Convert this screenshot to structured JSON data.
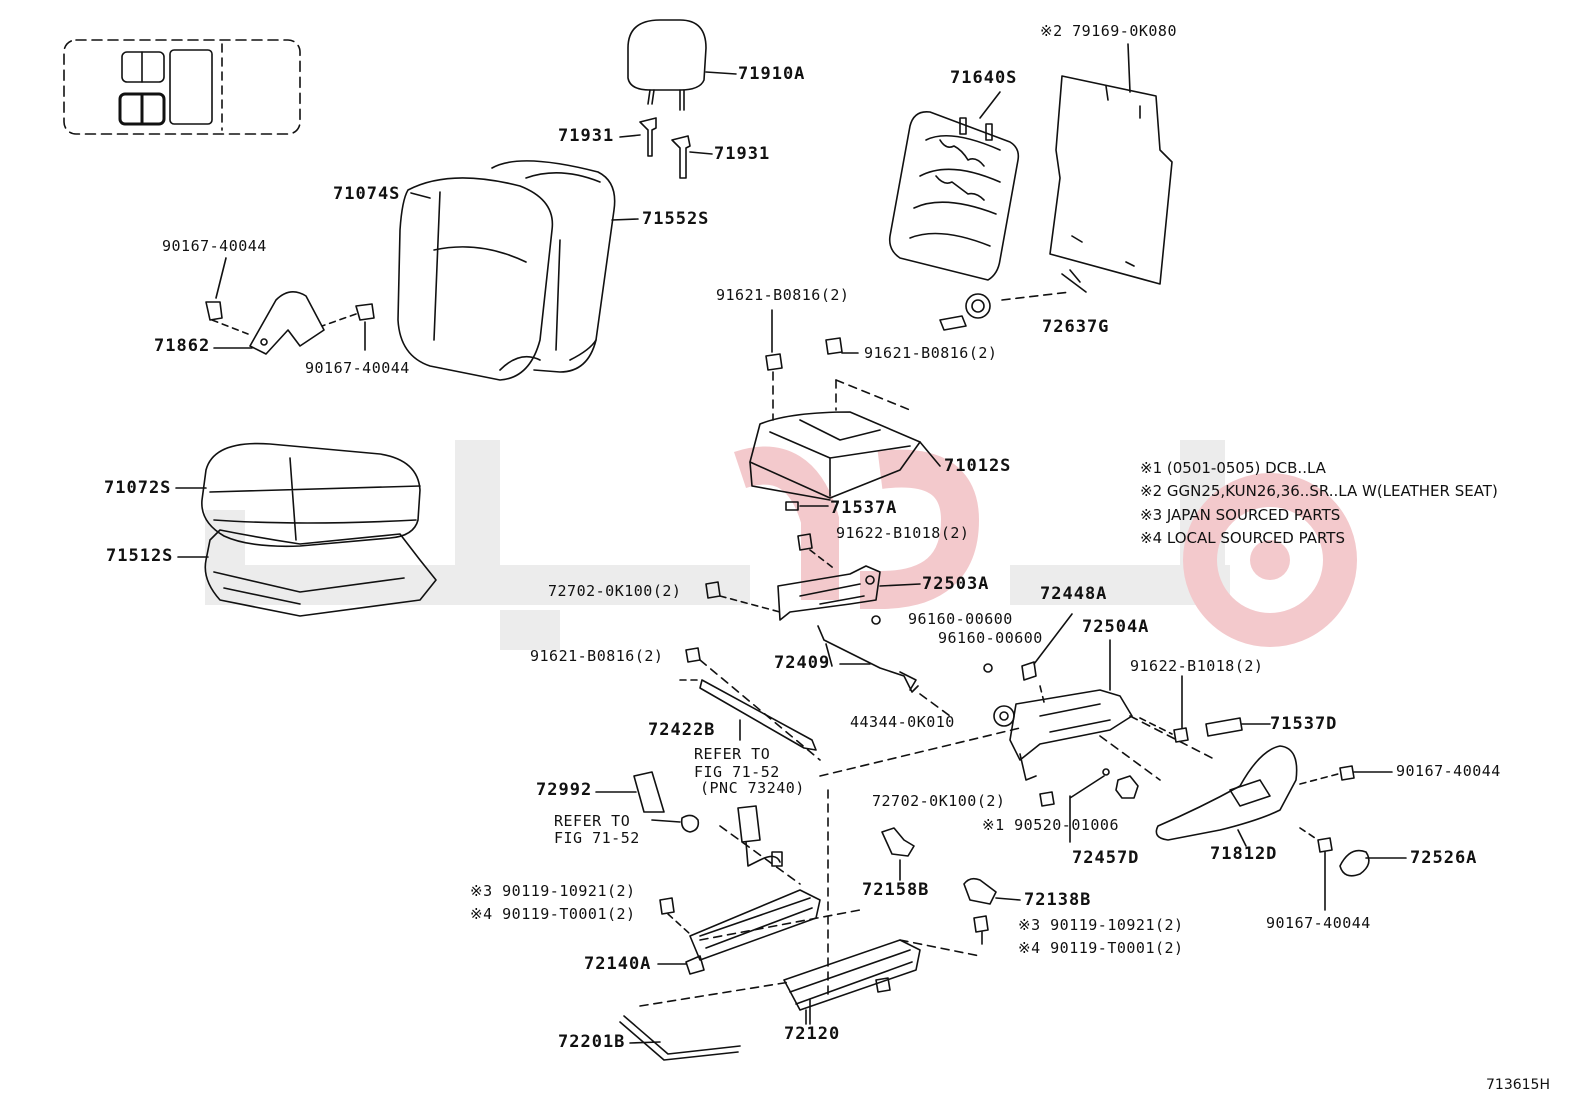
{
  "diagram_id": "713615H",
  "notes": [
    "※1 (0501-0505) DCB..LA",
    "※2 GGN25,KUN26,36..SR..LA W(LEATHER SEAT)",
    "※3 JAPAN SOURCED PARTS",
    "※4 LOCAL SOURCED PARTS"
  ],
  "labels": {
    "p71910A": "71910A",
    "p71931a": "71931",
    "p71931b": "71931",
    "p79169": "※2 79169-0K080",
    "p71640S": "71640S",
    "p71074S": "71074S",
    "p71552S": "71552S",
    "p90167a": "90167-40044",
    "p71862": "71862",
    "p90167b": "90167-40044",
    "p72637G": "72637G",
    "p91621a": "91621-B0816(2)",
    "p91621b": "91621-B0816(2)",
    "p71012S": "71012S",
    "p71072S": "71072S",
    "p71537A": "71537A",
    "p91622a": "91622-B1018(2)",
    "p71512S": "71512S",
    "p72702a": "72702-0K100(2)",
    "p72503A": "72503A",
    "p96160a": "96160-00600",
    "p72448A": "72448A",
    "p96160b": "96160-00600",
    "p72504A": "72504A",
    "p91621c": "91621-B0816(2)",
    "p72409": "72409",
    "p91622b": "91622-B1018(2)",
    "p71537D": "71537D",
    "p44344": "44344-0K010",
    "p72422B": "72422B",
    "refer1": "REFER TO",
    "refer1b": "FIG 71-52",
    "refer1c": "(PNC 73240)",
    "p90167c": "90167-40044",
    "p72992": "72992",
    "refer2": "REFER TO",
    "refer2b": "FIG 71-52",
    "p72702b": "72702-0K100(2)",
    "p90520": "※1 90520-01006",
    "p72457D": "72457D",
    "p71812D": "71812D",
    "p72526A": "72526A",
    "p90119a": "※3 90119-10921(2)",
    "p90119b": "※4 90119-T0001(2)",
    "p72158B": "72158B",
    "p72138B": "72138B",
    "p90119c": "※3 90119-10921(2)",
    "p90119d": "※4 90119-T0001(2)",
    "p90167d": "90167-40044",
    "p72140A": "72140A",
    "p72120": "72120",
    "p72201B": "72201B"
  },
  "colors": {
    "line": "#111111",
    "watermark_gray": "#e6e6e6",
    "watermark_red": "#f3c9cc"
  }
}
